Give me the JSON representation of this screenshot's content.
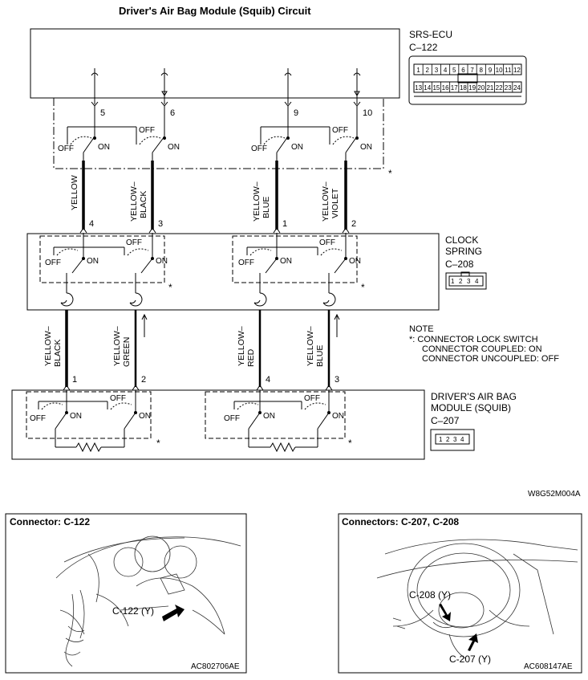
{
  "title": "Driver's Air Bag Module (Squib) Circuit",
  "srs_ecu": {
    "name": "SRS-ECU",
    "connector": "C–122",
    "pins_row1": [
      "1",
      "2",
      "3",
      "4",
      "5",
      "6",
      "7",
      "8",
      "9",
      "10",
      "11",
      "12"
    ],
    "pins_row2": [
      "13",
      "14",
      "15",
      "16",
      "17",
      "18",
      "19",
      "20",
      "21",
      "22",
      "23",
      "24"
    ],
    "terminals": [
      "5",
      "6",
      "9",
      "10"
    ]
  },
  "clock_spring": {
    "name_line1": "CLOCK",
    "name_line2": "SPRING",
    "connector": "C–208",
    "pins": [
      "1",
      "2",
      "3",
      "4"
    ],
    "terminals_top": [
      "4",
      "3",
      "1",
      "2"
    ],
    "terminals_bottom": [
      "1",
      "2",
      "4",
      "3"
    ]
  },
  "airbag_module": {
    "name_line1": "DRIVER'S AIR BAG",
    "name_line2": "MODULE (SQUIB)",
    "connector": "C–207",
    "pins": [
      "1",
      "2",
      "3",
      "4"
    ]
  },
  "upper_wires": [
    {
      "line1": "YELLOW",
      "line2": ""
    },
    {
      "line1": "YELLOW–",
      "line2": "BLACK"
    },
    {
      "line1": "YELLOW–",
      "line2": "BLUE"
    },
    {
      "line1": "YELLOW–",
      "line2": "VIOLET"
    }
  ],
  "lower_wires": [
    {
      "line1": "YELLOW–",
      "line2": "BLACK"
    },
    {
      "line1": "YELLOW–",
      "line2": "GREEN"
    },
    {
      "line1": "YELLOW–",
      "line2": "RED"
    },
    {
      "line1": "YELLOW–",
      "line2": "BLUE"
    }
  ],
  "switch": {
    "off": "OFF",
    "on": "ON"
  },
  "asterisk": "*",
  "note": {
    "heading": "NOTE",
    "line1": "*: CONNECTOR LOCK SWITCH",
    "line2": "CONNECTOR COUPLED: ON",
    "line3": "CONNECTOR UNCOUPLED: OFF"
  },
  "figure_code": "W8G52M004A",
  "panel_left": {
    "title": "Connector: C-122",
    "callout": "C-122 (Y)",
    "code": "AC802706AE"
  },
  "panel_right": {
    "title": "Connectors: C-207, C-208",
    "callout_top": "C-208 (Y)",
    "callout_bottom": "C-207 (Y)",
    "code": "AC608147AE"
  }
}
